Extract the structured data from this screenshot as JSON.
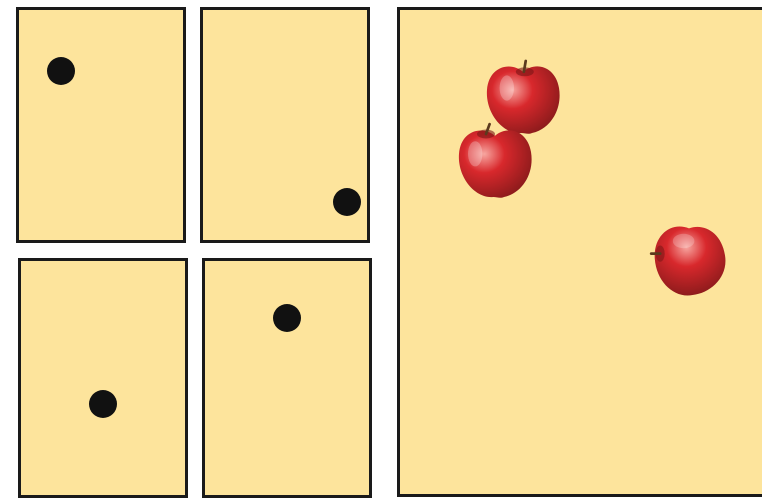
{
  "colors": {
    "card_fill": "#fde49c",
    "card_border": "#1a1a1a",
    "dot": "#111111",
    "apple_red": "#d8282c",
    "apple_highlight": "#f7a6a0",
    "apple_shadow": "#8e1b1c"
  },
  "cards": [
    {
      "name": "card-top-left",
      "dots": 1
    },
    {
      "name": "card-top-middle",
      "dots": 1
    },
    {
      "name": "card-bottom-left",
      "dots": 1
    },
    {
      "name": "card-bottom-middle",
      "dots": 1
    }
  ],
  "large_panel": {
    "apples": 3
  }
}
